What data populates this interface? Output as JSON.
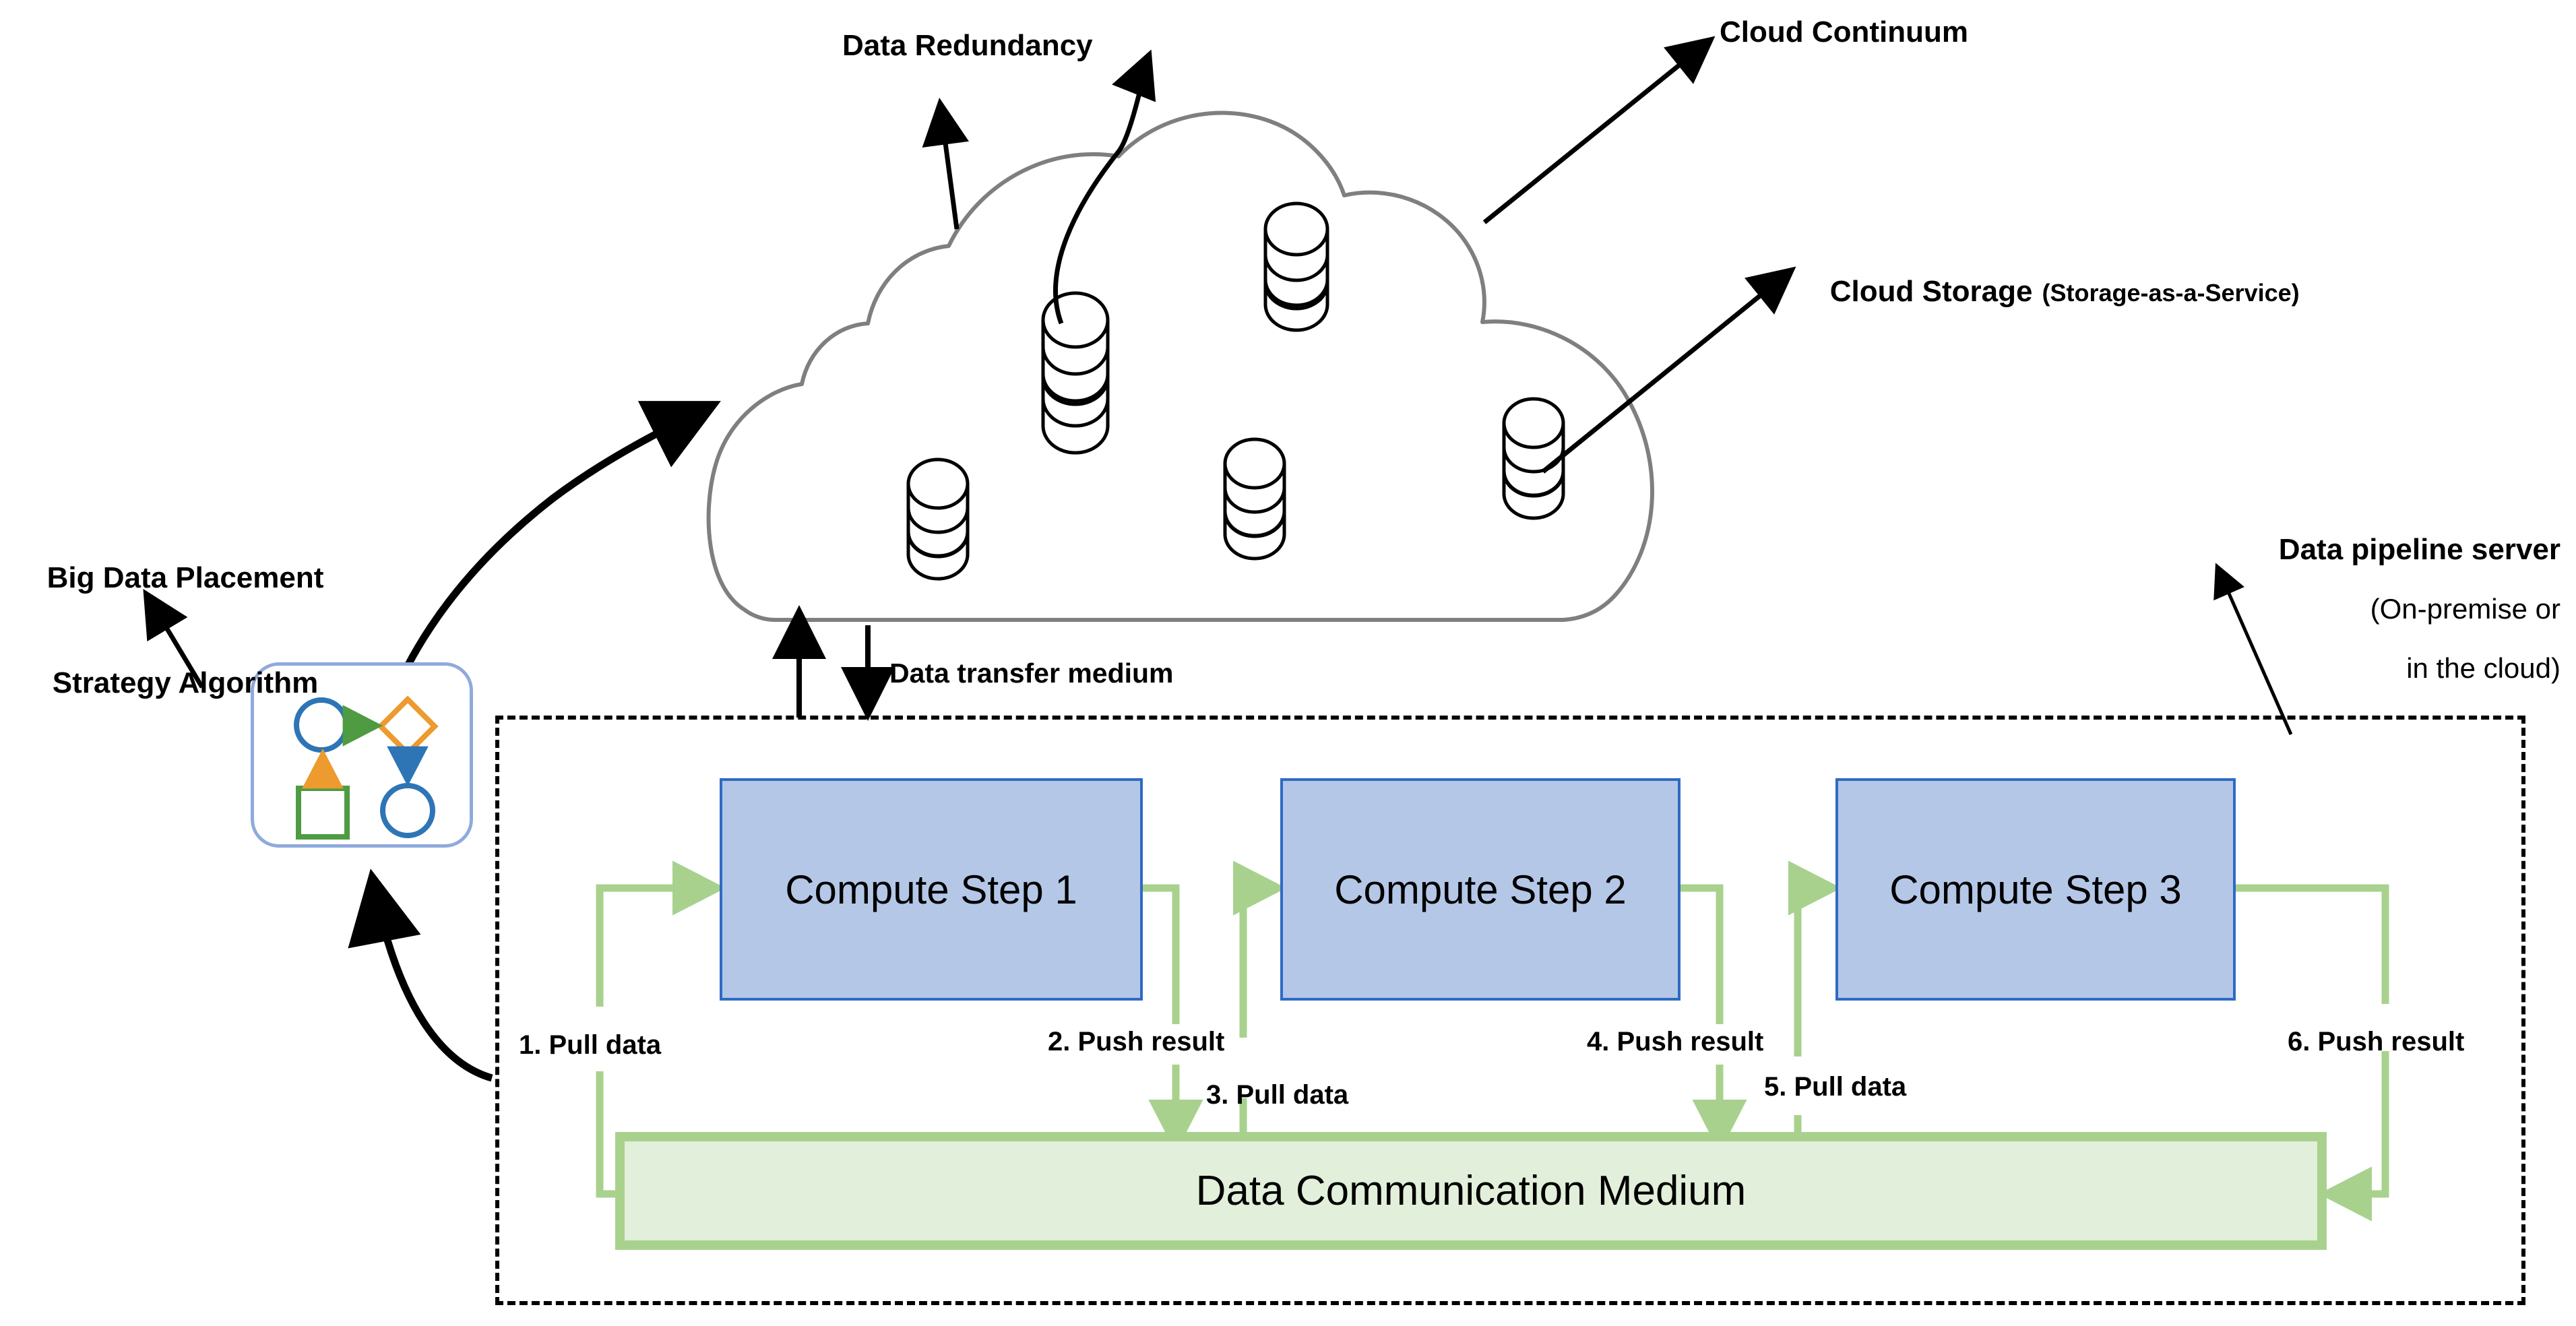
{
  "diagram": {
    "title_absent": true,
    "callouts": {
      "data_redundancy": "Data Redundancy",
      "cloud_continuum": "Cloud Continuum",
      "cloud_storage_main": "Cloud Storage",
      "cloud_storage_sub": "(Storage-as-a-Service)",
      "data_transfer_medium": "Data transfer medium",
      "algorithm_line1": "Big Data Placement",
      "algorithm_line2": "Strategy Algorithm",
      "pipeline_server_title": "Data pipeline server",
      "pipeline_server_sub_line1": "(On-premise or",
      "pipeline_server_sub_line2": "in the cloud)"
    },
    "cloud": {
      "databases_count": 5,
      "outline_color": "#7f7f7f",
      "fill_color": "#ffffff"
    },
    "compute_steps": [
      {
        "label": "Compute Step 1"
      },
      {
        "label": "Compute Step 2"
      },
      {
        "label": "Compute Step 3"
      }
    ],
    "communication_medium": {
      "label": "Data Communication Medium",
      "fill": "#e2efda",
      "border": "#a9d18e"
    },
    "flow_labels": [
      {
        "id": "s1",
        "text": "1. Pull data"
      },
      {
        "id": "s2",
        "text": "2. Push result"
      },
      {
        "id": "s3",
        "text": "3. Pull data"
      },
      {
        "id": "s4",
        "text": "4. Push result"
      },
      {
        "id": "s5",
        "text": "5. Pull data"
      },
      {
        "id": "s6",
        "text": "6. Push result"
      }
    ],
    "algorithm_icon": {
      "shapes": [
        "circle-blue",
        "diamond-orange",
        "square-green",
        "circle-blue"
      ],
      "arrows": [
        "green-right",
        "blue-down",
        "orange-up"
      ],
      "colors": {
        "blue": "#2e75b6",
        "orange": "#ed9a2e",
        "green": "#4e9b41",
        "card_border": "#8faadc"
      }
    },
    "colors": {
      "compute_fill": "#b4c7e7",
      "compute_border": "#2e6ac4",
      "connector_green": "#a9d18e",
      "medium_fill": "#e2efda",
      "cloud_stroke": "#7f7f7f",
      "arrow_black": "#000000"
    }
  }
}
